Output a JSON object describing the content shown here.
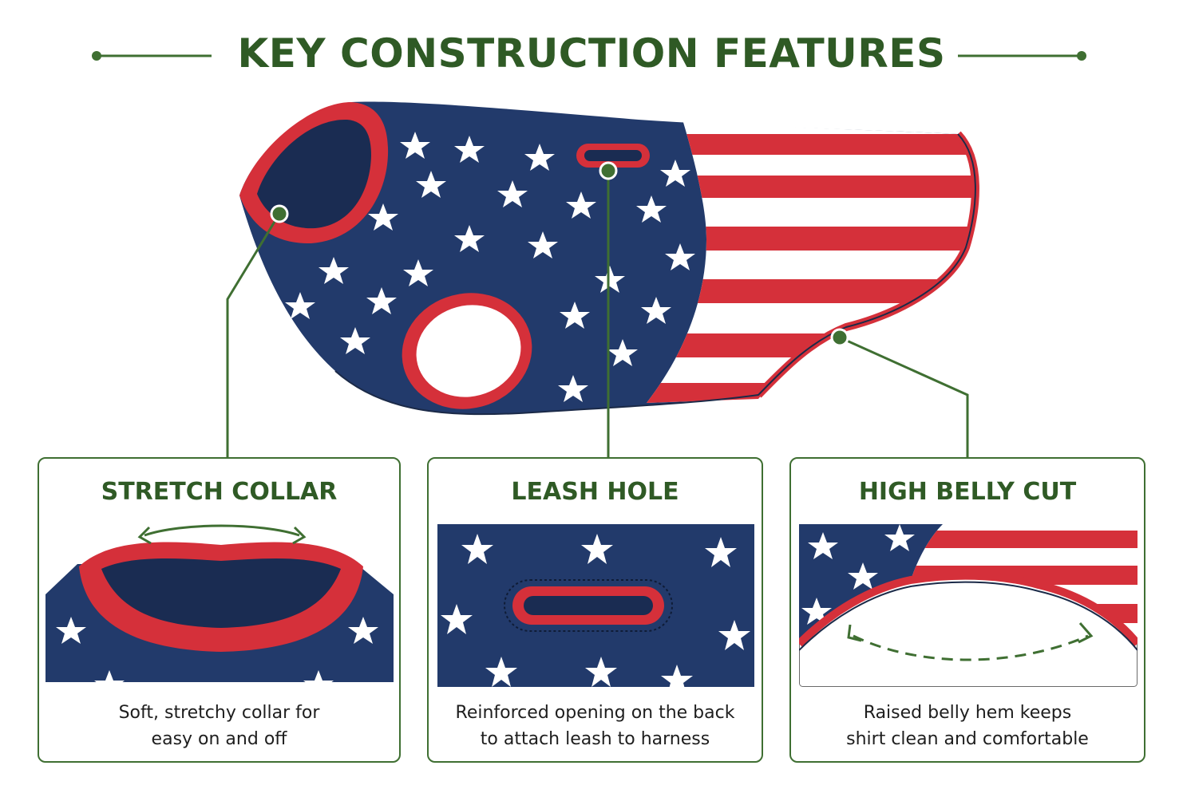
{
  "title": "KEY CONSTRUCTION FEATURES",
  "colors": {
    "navy": "#223a6b",
    "red": "#d5303a",
    "green": "#3f6f32",
    "title_green": "#2f5a25",
    "white": "#ffffff"
  },
  "features": [
    {
      "name": "STRETCH COLLAR",
      "description_lines": [
        "Soft, stretchy collar for",
        "easy on and off"
      ]
    },
    {
      "name": "LEASH HOLE",
      "description_lines": [
        "Reinforced opening on the back",
        "to attach leash to harness"
      ]
    },
    {
      "name": "HIGH BELLY CUT",
      "description_lines": [
        "Raised belly hem keeps",
        "shirt clean and comfortable"
      ]
    }
  ]
}
